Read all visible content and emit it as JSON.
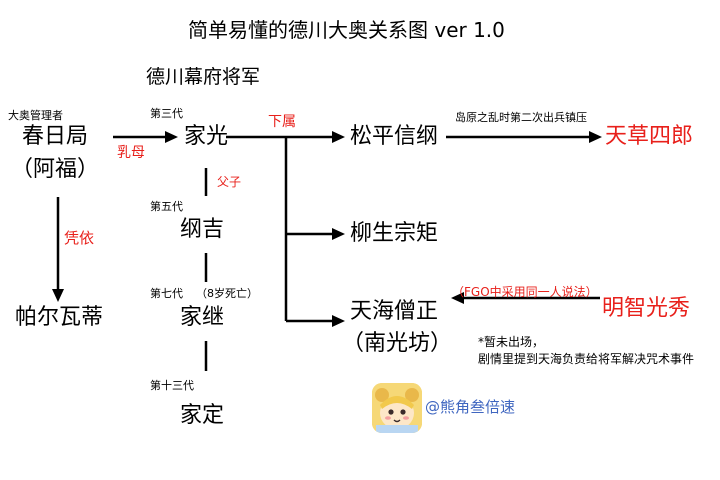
{
  "title": "简单易懂的德川大奥关系图  ver 1.0",
  "section": "德川幕府将军",
  "left": {
    "role": "大奥管理者",
    "name1": "春日局",
    "name2": "（阿福）",
    "rel_rely": "凭依",
    "servant": "帕尔瓦蒂"
  },
  "shogun": {
    "gen3": "第三代",
    "iemitsu": "家光",
    "gen5": "第五代",
    "tsunayoshi": "纲吉",
    "gen7": "第七代",
    "gen7_note": "（8岁死亡）",
    "ietsugu": "家继",
    "gen13": "第十三代",
    "iesada": "家定"
  },
  "labels": {
    "nursing": "乳母",
    "father_son": "父子",
    "subordinate": "下属"
  },
  "right": {
    "matsudaira": "松平信纲",
    "shimabara": "岛原之乱时第二次出兵镇压",
    "amakusa": "天草四郎",
    "yagyu": "柳生宗矩",
    "tenkai1": "天海僧正",
    "tenkai2": "（南光坊）",
    "fgo_note": "（FGO中采用同一人说法）",
    "mitsuhide": "明智光秀",
    "note1": "*暂未出场，",
    "note2": "剧情里提到天海负责给将军解决咒术事件"
  },
  "watermark": "@熊角叁倍速",
  "colors": {
    "red": "#e8201b",
    "black": "#000000"
  },
  "icons": [
    "avatar-image",
    "weibo-icon"
  ]
}
